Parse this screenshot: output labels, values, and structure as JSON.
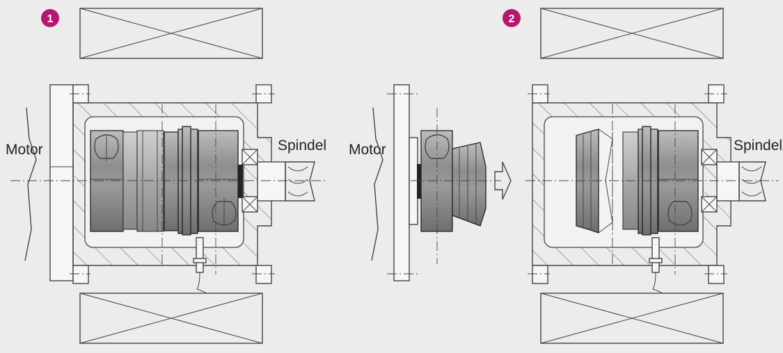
{
  "colors": {
    "badge": "#b5176e",
    "background": "#ececec"
  },
  "panels": [
    {
      "badge": "1",
      "motor_label": "Motor",
      "spindle_label": "Spindel"
    },
    {
      "badge": "2",
      "motor_label": "Motor",
      "spindle_label": "Spindel"
    }
  ]
}
